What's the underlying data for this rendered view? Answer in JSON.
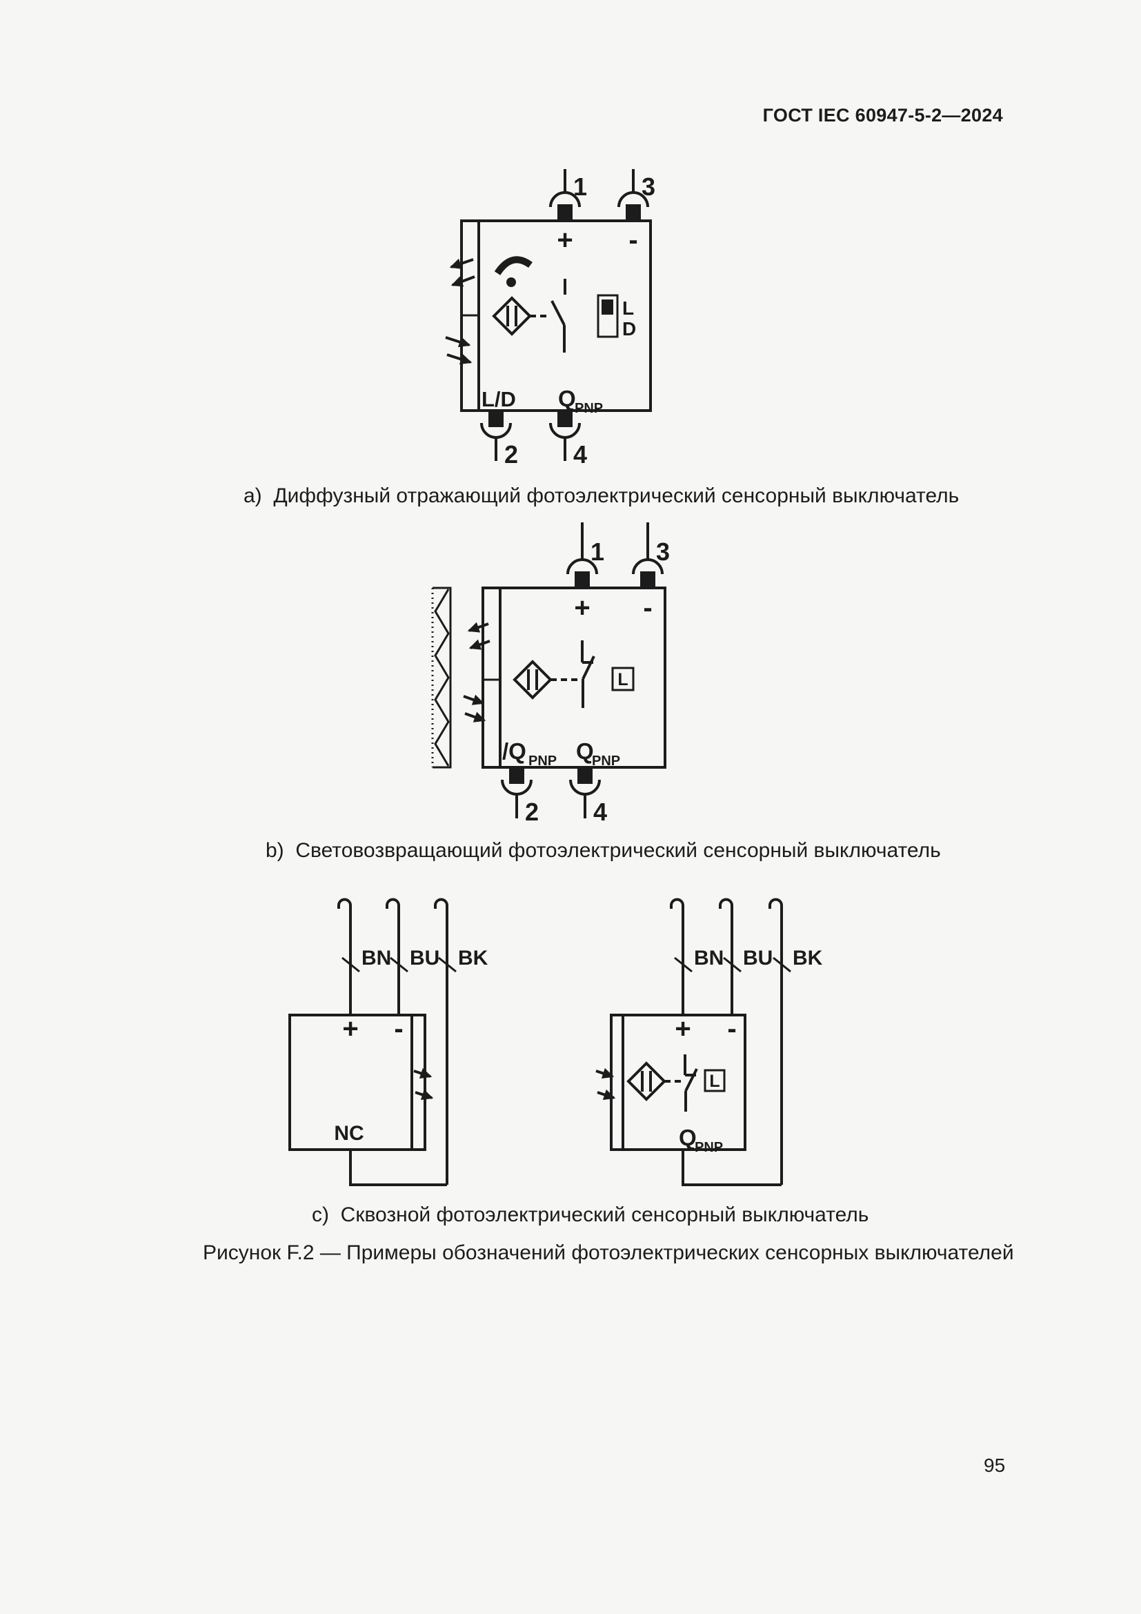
{
  "page": {
    "header": "ГОСТ IEC 60947-5-2—2024",
    "page_number": "95"
  },
  "captions": {
    "a": "a)  Диффузный отражающий фотоэлектрический сенсорный выключатель",
    "b": "b)  Световозвращающий фотоэлектрический сенсорный выключатель",
    "c": "c)  Сквозной фотоэлектрический сенсорный выключатель",
    "figure": "Рисунок F.2 — Примеры обозначений фотоэлектрических сенсорных выключателей"
  },
  "diagram_a": {
    "terminal_1": "1",
    "terminal_2": "2",
    "terminal_3": "3",
    "terminal_4": "4",
    "plus": "+",
    "minus": "-",
    "label_ld": "L/D",
    "label_q": "Q",
    "label_q_sub": "PNP",
    "indicator_l": "L",
    "indicator_d": "D"
  },
  "diagram_b": {
    "terminal_1": "1",
    "terminal_2": "2",
    "terminal_3": "3",
    "terminal_4": "4",
    "plus": "+",
    "minus": "-",
    "label_qbar": "/Q",
    "label_qbar_sub": "PNP",
    "label_q": "Q",
    "label_q_sub": "PNP",
    "indicator_l": "L"
  },
  "diagram_c_left": {
    "wire_bn": "BN",
    "wire_bu": "BU",
    "wire_bk": "BK",
    "plus": "+",
    "minus": "-",
    "label_nc": "NC"
  },
  "diagram_c_right": {
    "wire_bn": "BN",
    "wire_bu": "BU",
    "wire_bk": "BK",
    "plus": "+",
    "minus": "-",
    "label_q": "Q",
    "label_q_sub": "PNP",
    "indicator_l": "L"
  }
}
